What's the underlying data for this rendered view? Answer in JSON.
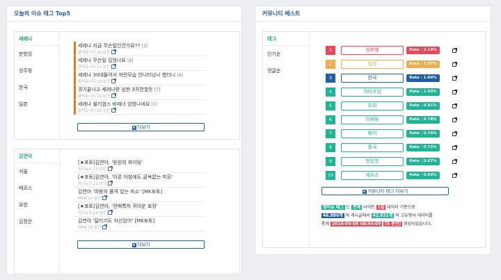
{
  "left_panel": {
    "title": "오늘의 이슈 태그 Top5",
    "box1": {
      "side": [
        "세레나",
        "판빙빙",
        "성주펑",
        "한국",
        "일본"
      ],
      "items": [
        {
          "title": "세레나 지금 무슨일인건가요??",
          "count": "[3]",
          "meta": "블랙유시티 15 분전"
        },
        {
          "title": "세레나 무슨일 있었나요",
          "count": "[6]",
          "meta": "블랙유시티 15 분전"
        },
        {
          "title": "세레나 30대들어서 저런모습 안나타났나 했더니",
          "count": "[4]",
          "meta": "블랙유시티 19 분전"
        },
        {
          "title": "경기끝나고 세레나랑 심판 3차전할듯",
          "count": "[7]",
          "meta": "블랙유시티 16 분전"
        },
        {
          "title": "세레나 윌리엄스 비매너 엄청나네요",
          "count": "[1]",
          "meta": "블랙유시티 24 분전"
        }
      ],
      "more": "더보기"
    },
    "box2": {
      "side": [
        "김연아",
        "서울",
        "메르스",
        "요한",
        "김정은"
      ],
      "items": [
        {
          "title": "[★포토]김연아, '응원의 화이팅'",
          "meta": "하나뉴스 13 분전"
        },
        {
          "title": "[★포토]김연아, '이른 아침에도 굴욕없는 미모'",
          "meta": "하나뉴스 12 분전"
        },
        {
          "title": "김연아 '여왕의 품격 있는 미소' [MK포토]",
          "meta": "MBN 14 분전"
        },
        {
          "title": "[★포토]김연아, '전매특허 귀여운 표정'",
          "meta": "하나뉴스 14 분전"
        },
        {
          "title": "김연아 '달리기도 자신있어' [MK포토]",
          "meta": "MBN 16 분전"
        }
      ],
      "more": "더보기"
    }
  },
  "right_panel": {
    "title": "커뮤니티 베스트",
    "side_head": "태그",
    "side": [
      "인기순",
      "댓글순"
    ],
    "rows": [
      {
        "rank": "1",
        "tag": "성추행",
        "rate": "Rate : 2.14%",
        "color": "#e8485a"
      },
      {
        "rank": "2",
        "tag": "일본",
        "rate": "Rate : 1.07%",
        "color": "#f0ad4e"
      },
      {
        "rank": "3",
        "tag": "한국",
        "rate": "Rate : 1.04%",
        "color": "#1f5da8"
      },
      {
        "rank": "4",
        "tag": "이이즈임",
        "rate": "Rate : 1.03%",
        "color": "#1fb495"
      },
      {
        "rank": "5",
        "tag": "트뤼",
        "rate": "Rate : 0.91%",
        "color": "#1fb495"
      },
      {
        "rank": "6",
        "tag": "이재용",
        "rate": "Rate : 0.78%",
        "color": "#1fb495"
      },
      {
        "rank": "7",
        "tag": "페미",
        "rate": "Rate : 0.74%",
        "color": "#1fb495"
      },
      {
        "rank": "8",
        "tag": "중국",
        "rate": "Rate : 0.72%",
        "color": "#1fb495"
      },
      {
        "rank": "9",
        "tag": "판빙빙",
        "rate": "Rate : 0.67%",
        "color": "#1fb495"
      },
      {
        "rank": "10",
        "tag": "에르스",
        "rate": "Rate : 0.64%",
        "color": "#1fb495"
      }
    ],
    "more": "커뮤니티 태그 더보기",
    "info": {
      "tag_label": "엠이슈 태그",
      "t1": "는",
      "scope": "전체",
      "t2": "사이트",
      "period": "1일",
      "t3": "데이터 기준으로",
      "posts": "46,880개",
      "t4": "의 게시글에서",
      "words": "42,631개",
      "t5": "의 고유명사 데이터를",
      "t6": "통해",
      "time": "2018-09-09 08:44:09",
      "ago": "[5 분전]",
      "t7": "생성되었습니다."
    }
  }
}
